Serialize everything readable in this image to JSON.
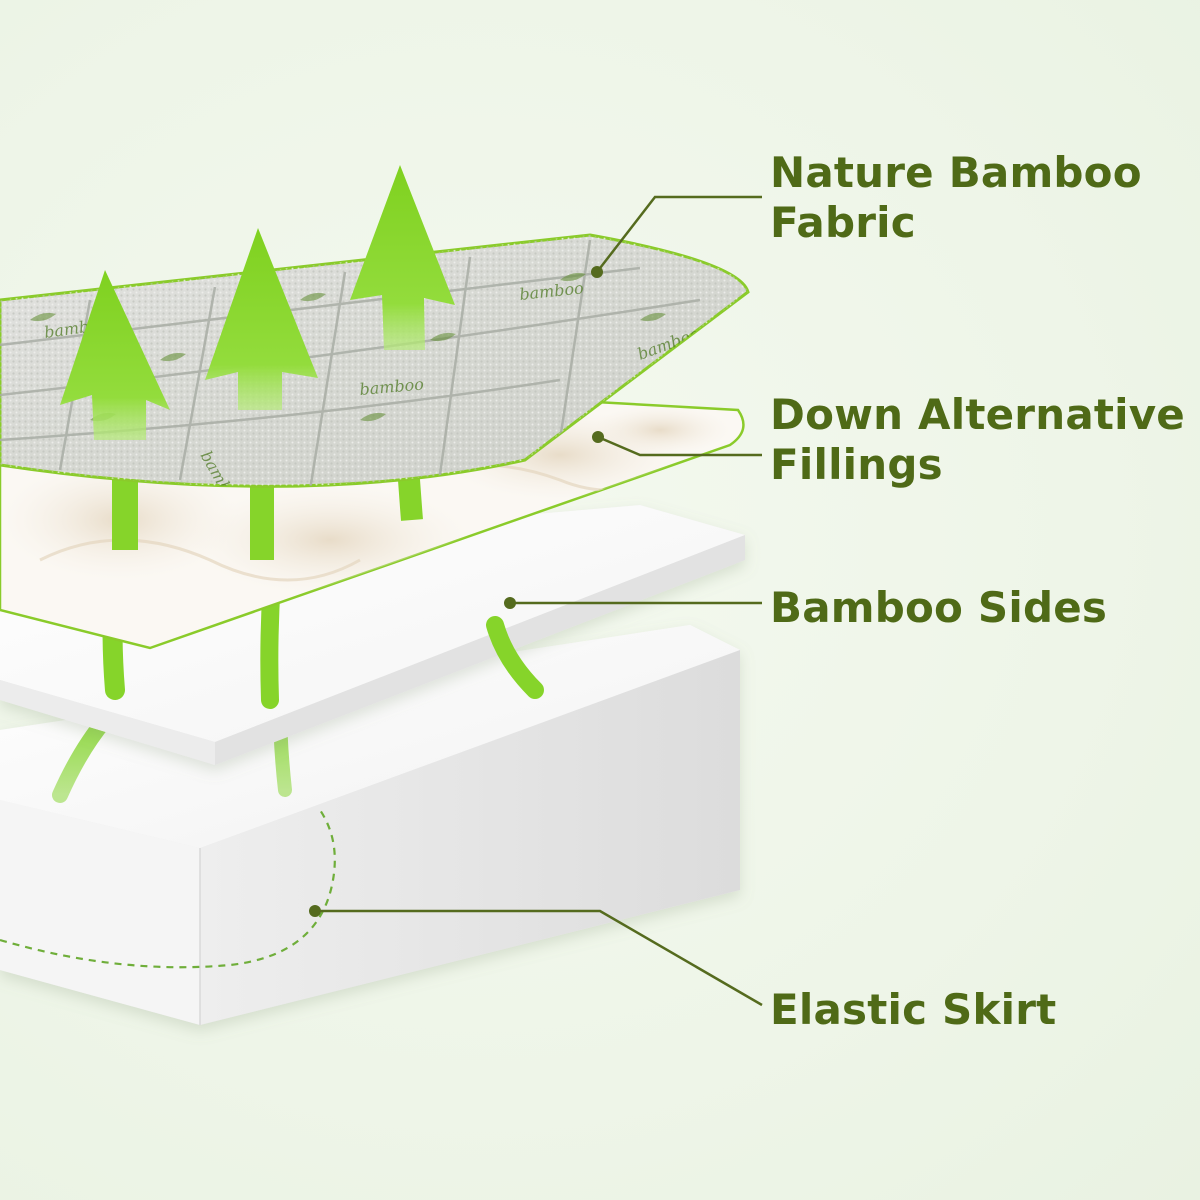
{
  "colors": {
    "label_text": "#4f6a17",
    "leader_line": "#556b1e",
    "arrow_green": "#86d42a",
    "fabric_border": "#8acb2a",
    "dashed_line": "#6fae3a"
  },
  "callouts": [
    {
      "lines": [
        "Nature Bamboo",
        "Fabric"
      ]
    },
    {
      "lines": [
        "Down Alternative",
        "Fillings"
      ]
    },
    {
      "lines": [
        "Bamboo Sides"
      ]
    },
    {
      "lines": [
        "Elastic Skirt"
      ]
    }
  ],
  "fabric_print": {
    "text": "bamboo"
  },
  "icons": [
    "airflow-arrow-icon",
    "bamboo-leaf-icon"
  ]
}
